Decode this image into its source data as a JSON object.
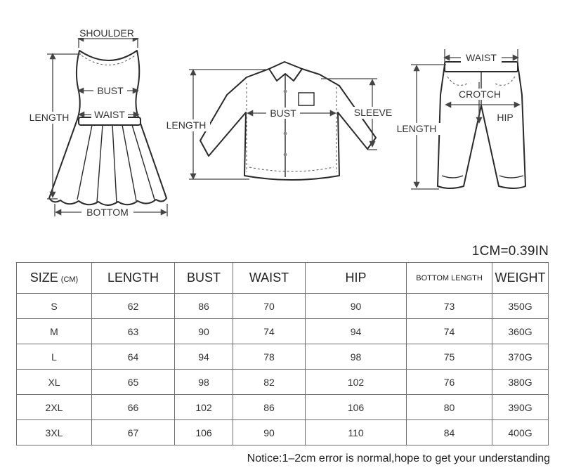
{
  "diagrams": {
    "dress": {
      "shoulder": "SHOULDER",
      "bust": "BUST",
      "length": "LENGTH",
      "waist": "WAIST",
      "bottom": "BOTTOM"
    },
    "shirt": {
      "length": "LENGTH",
      "bust": "BUST",
      "sleeve": "SLEEVE"
    },
    "pants": {
      "waist": "WAIST",
      "crotch": "CROTCH",
      "hip": "HIP",
      "length": "LENGTH"
    }
  },
  "conversion": "1CM=0.39IN",
  "table": {
    "headers": {
      "size": "SIZE",
      "size_unit": "(CM)",
      "length": "LENGTH",
      "bust": "BUST",
      "waist": "WAIST",
      "hip": "HIP",
      "bottom_length": "BOTTOM LENGTH",
      "weight": "WEIGHT"
    },
    "rows": [
      [
        "S",
        "62",
        "86",
        "70",
        "90",
        "73",
        "350G"
      ],
      [
        "M",
        "63",
        "90",
        "74",
        "94",
        "74",
        "360G"
      ],
      [
        "L",
        "64",
        "94",
        "78",
        "98",
        "75",
        "370G"
      ],
      [
        "XL",
        "65",
        "98",
        "82",
        "102",
        "76",
        "380G"
      ],
      [
        "2XL",
        "66",
        "102",
        "86",
        "106",
        "80",
        "390G"
      ],
      [
        "3XL",
        "67",
        "106",
        "90",
        "110",
        "84",
        "400G"
      ]
    ]
  },
  "notice": "Notice:1–2cm error is normal,hope to get your understanding"
}
